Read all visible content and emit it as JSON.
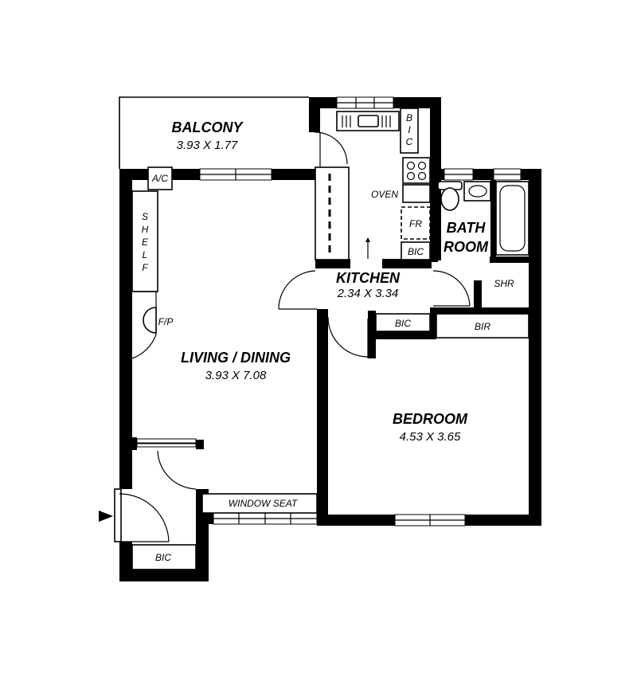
{
  "rooms": {
    "balcony": {
      "name": "BALCONY",
      "dims": "3.93 X 1.77"
    },
    "living": {
      "name": "LIVING / DINING",
      "dims": "3.93 X 7.08"
    },
    "kitchen": {
      "name": "KITCHEN",
      "dims": "2.34 X 3.34"
    },
    "bedroom": {
      "name": "BEDROOM",
      "dims": "4.53 X 3.65"
    },
    "bathroom": {
      "line1": "BATH",
      "line2": "ROOM"
    }
  },
  "labels": {
    "ac": "A/C",
    "shelf": [
      "S",
      "H",
      "E",
      "L",
      "F"
    ],
    "fireplace": "F/P",
    "oven": "OVEN",
    "fridge": "FR",
    "bic_kitchen_vertical": [
      "B",
      "I",
      "C"
    ],
    "bic_kitchen": "BIC",
    "bic_hall": "BIC",
    "bic_entry": "BIC",
    "bir": "BIR",
    "shower": "SHR",
    "window_seat": "WINDOW SEAT"
  }
}
